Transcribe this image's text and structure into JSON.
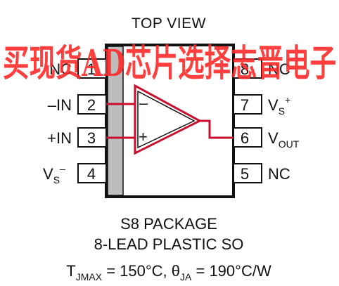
{
  "title": "TOP VIEW",
  "watermark": "买现货AD芯片选择志晋电子",
  "pins_left": [
    {
      "number": "1",
      "label": "NC"
    },
    {
      "number": "2",
      "label": "–IN"
    },
    {
      "number": "3",
      "label": "+IN"
    },
    {
      "number": "4",
      "label_main": "V",
      "label_sub": "S",
      "label_sup": "–"
    }
  ],
  "pins_right": [
    {
      "number": "8",
      "label": "NC"
    },
    {
      "number": "7",
      "label_main": "V",
      "label_sub": "S",
      "label_sup": "+"
    },
    {
      "number": "6",
      "label_main": "V",
      "label_sub": "OUT"
    },
    {
      "number": "5",
      "label": "NC"
    }
  ],
  "amplifier": {
    "inverting_sign": "–",
    "noninverting_sign": "+"
  },
  "package": {
    "line1": "S8 PACKAGE",
    "line2": "8-LEAD PLASTIC SO"
  },
  "thermal": {
    "t_symbol": "T",
    "t_sub": "JMAX",
    "t_value": " = 150°C, ",
    "theta_symbol": "θ",
    "theta_sub": "JA",
    "theta_value": " = 190°C/W"
  },
  "colors": {
    "outline": "#111111",
    "highlight": "#c8102e",
    "pin1_band": "#bdbdbd",
    "watermark": "#ff2a2a"
  }
}
